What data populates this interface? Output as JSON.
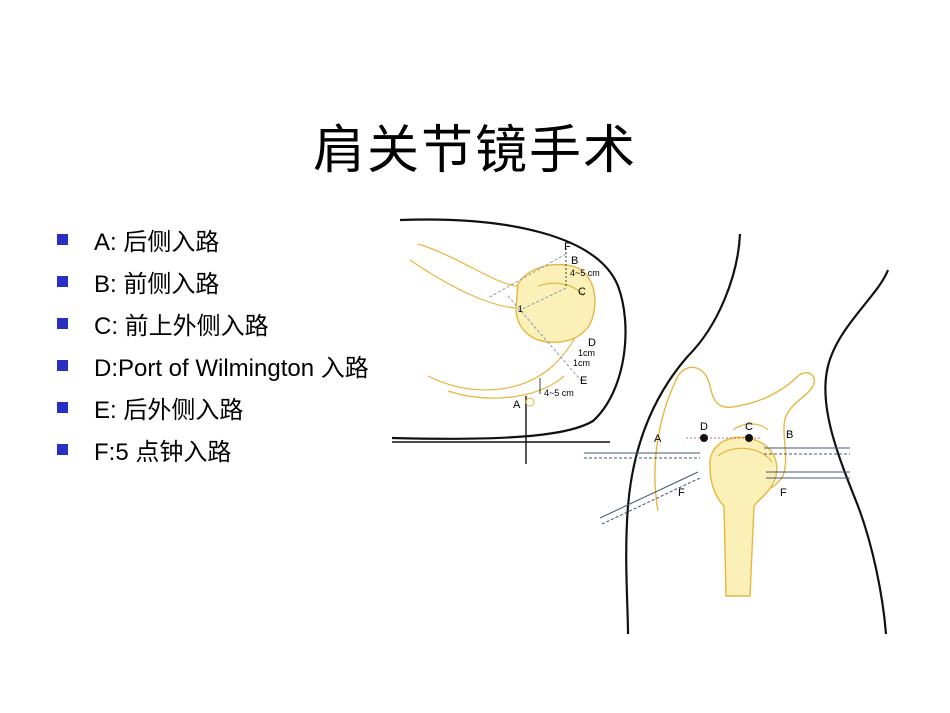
{
  "slide": {
    "title": "肩关节镜手术",
    "bullets": [
      {
        "text": "A: 后侧入路"
      },
      {
        "text": "B: 前侧入路"
      },
      {
        "text": "C: 前上外侧入路"
      },
      {
        "text": "D:Port of Wilmington  入路"
      },
      {
        "text": "E: 后外侧入路"
      },
      {
        "text": "F:5 点钟入路"
      }
    ],
    "bullet_color": "#2a2fc4"
  },
  "figure": {
    "top_view_labels": {
      "f": "F",
      "b": "B",
      "c": "C",
      "d": "D",
      "e": "E",
      "a": "A",
      "dist_bc": "4~5 cm",
      "dist_d1": "1cm",
      "dist_d2": "1cm",
      "dist_a": "4~5 cm",
      "dist_side": "1"
    },
    "front_view_labels": {
      "a": "A",
      "d": "D",
      "c": "C",
      "b": "B",
      "f_left": "F",
      "f_right": "F"
    },
    "bone_color": "#e8b640",
    "bone_fill": "#fbf1b8"
  }
}
